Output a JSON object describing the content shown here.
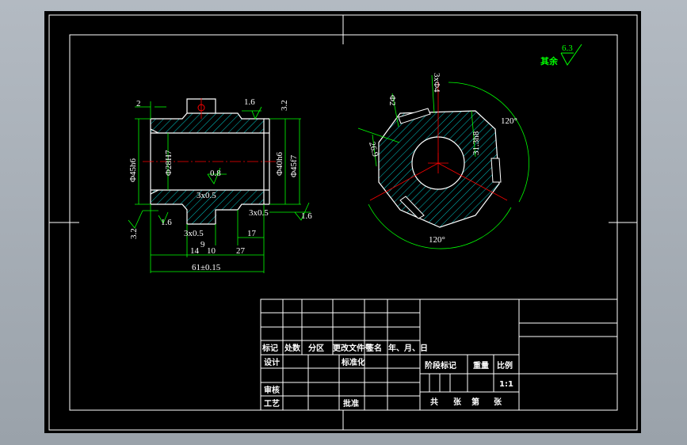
{
  "drawing": {
    "surface_roughness_note": "其余",
    "surface_roughness_value": "6.3",
    "colors": {
      "background": "#000000",
      "outline": "#ffffff",
      "dimension": "#00ff00",
      "centerline": "#ff0000",
      "hatch": "#00c8c8"
    }
  },
  "left_view": {
    "dims": {
      "chamfer_top": "2",
      "roughness_top": "1.6",
      "roughness_top_right": "3.2",
      "inner_dia": "Φ28H7",
      "outer_dia_a": "Φ40h6",
      "outer_dia_b": "Φ45f7",
      "left_dia": "Φ45h6",
      "roughness_center": "0.8",
      "groove_center": "3x0.5",
      "groove_right": "3x0.5",
      "roughness_right": "1.6",
      "roughness_left": "3.2",
      "roughness_bottom_left": "1.6",
      "groove_bottom": "3x0.5",
      "len_17": "17",
      "len_9": "9",
      "len_14": "14",
      "len_10": "10",
      "len_27": "27",
      "overall": "61±0.15"
    }
  },
  "right_view": {
    "dims": {
      "holes": "3xΦ4",
      "phi2": "Φ2",
      "dim_31": "31.3h8",
      "angle_top": "120°",
      "dim_26": "26.9",
      "angle_bottom": "120°"
    }
  },
  "title_block": {
    "headers": [
      "标记",
      "处数",
      "分区",
      "更改文件号",
      "签名",
      "年、月、日"
    ],
    "design": "设计",
    "standard": "标准化",
    "review": "审核",
    "process": "工艺",
    "approve": "批准",
    "stage_mark": "阶段标记",
    "weight": "重量",
    "scale_label": "比例",
    "scale_value": "1:1",
    "total": "共",
    "sheet_unit": "张",
    "sheet_no": "第",
    "sheet_unit2": "张"
  }
}
